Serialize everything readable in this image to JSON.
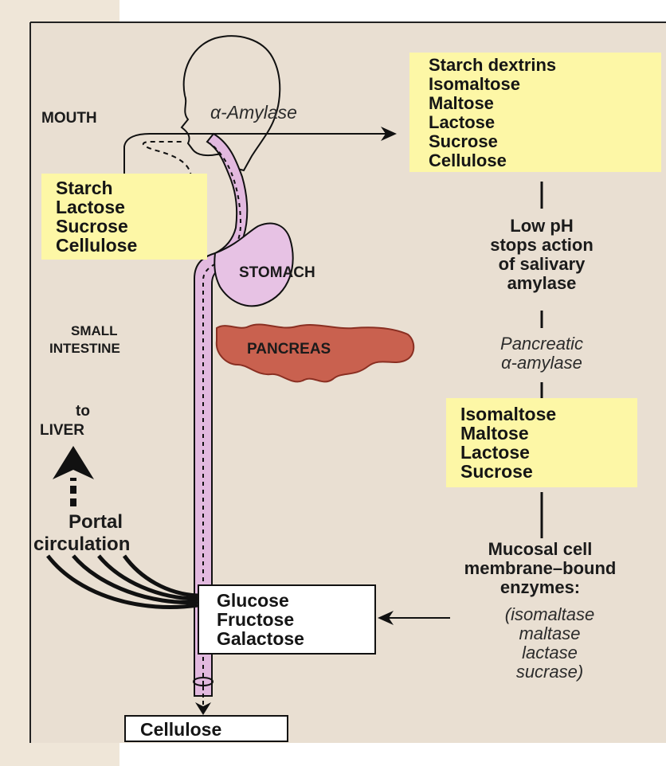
{
  "colors": {
    "panel_bg": "#e9dfd2",
    "outer_bg": "#efe6d8",
    "highlight_box": "#fdf7a6",
    "tract_fill": "#e2b9df",
    "stomach_fill": "#e7c2e4",
    "pancreas_fill": "#c9614f",
    "stroke": "#111111"
  },
  "labels": {
    "mouth": "MOUTH",
    "alpha_amylase": "α-Amylase",
    "stomach": "STOMACH",
    "pancreas": "PANCREAS",
    "small_intestine_1": "SMALL",
    "small_intestine_2": "INTESTINE",
    "to": "to",
    "liver": "LIVER",
    "portal": "Portal",
    "circulation": "circulation"
  },
  "boxes": {
    "mouth_products": [
      "Starch dextrins",
      "Isomaltose",
      "Maltose",
      "Lactose",
      "Sucrose",
      "Cellulose"
    ],
    "ingested": [
      "Starch",
      "Lactose",
      "Sucrose",
      "Cellulose"
    ],
    "intestine_products": [
      "Isomaltose",
      "Maltose",
      "Lactose",
      "Sucrose"
    ],
    "absorbed": [
      "Glucose",
      "Fructose",
      "Galactose"
    ],
    "excreted": "Cellulose"
  },
  "notes": {
    "low_ph": [
      "Low pH",
      "stops action",
      "of salivary",
      "amylase"
    ],
    "pancreatic": [
      "Pancreatic",
      "α-amylase"
    ],
    "mucosal": [
      "Mucosal cell",
      "membrane–bound",
      "enzymes:"
    ],
    "enzymes": [
      "(isomaltase",
      "maltase",
      "lactase",
      "sucrase)"
    ]
  }
}
